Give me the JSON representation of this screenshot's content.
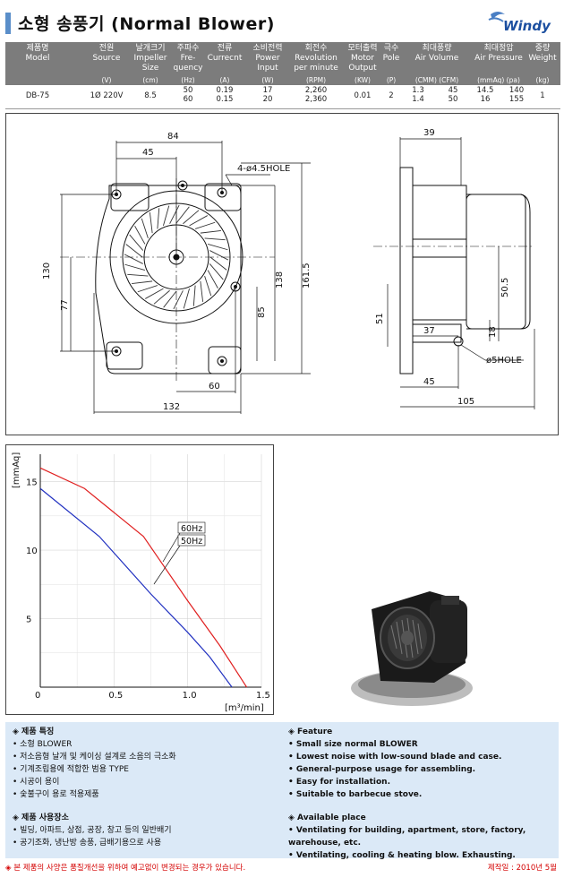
{
  "header": {
    "title": "소형 송풍기 (Normal Blower)",
    "logo_text": "Windy"
  },
  "specs": {
    "columns": [
      {
        "kr": "제품명",
        "en": "Model",
        "unit": ""
      },
      {
        "kr": "전원",
        "en": "Source",
        "unit": "(V)"
      },
      {
        "kr": "날개크기",
        "en": "Impeller Size",
        "unit": "(cm)"
      },
      {
        "kr": "주파수",
        "en": "Fre-quency",
        "unit": "(Hz)"
      },
      {
        "kr": "전류",
        "en": "Currecnt",
        "unit": "(A)"
      },
      {
        "kr": "소비전력",
        "en": "Power Input",
        "unit": "(W)"
      },
      {
        "kr": "회전수",
        "en": "Revolution per minute",
        "unit": "(RPM)"
      },
      {
        "kr": "모터출력",
        "en": "Motor Output",
        "unit": "(KW)"
      },
      {
        "kr": "극수",
        "en": "Pole",
        "unit": "(P)"
      },
      {
        "kr": "최대풍량",
        "en": "Air Volume",
        "unit": "(CMM)  (CFM)"
      },
      {
        "kr": "최대정압",
        "en": "Air Pressure",
        "unit": "(mmAq)    (pa)"
      },
      {
        "kr": "중량",
        "en": "Weight",
        "unit": "(kg)"
      }
    ],
    "row": {
      "model": "DB-75",
      "source": "1Ø 220V",
      "impeller": "8.5",
      "freq": [
        "50",
        "60"
      ],
      "current": [
        "0.19",
        "0.15"
      ],
      "power": [
        "17",
        "20"
      ],
      "rpm": [
        "2,260",
        "2,360"
      ],
      "motor": "0.01",
      "pole": "2",
      "cmm": [
        "1.3",
        "1.4"
      ],
      "cfm": [
        "45",
        "50"
      ],
      "mmaq": [
        "14.5",
        "16"
      ],
      "pa": [
        "140",
        "155"
      ],
      "weight": "1"
    }
  },
  "drawing": {
    "dims": {
      "d84": "84",
      "d45": "45",
      "hole4": "4-ø4.5HOLE",
      "d130": "130",
      "d77": "77",
      "d138": "138",
      "d161": "161.5",
      "d85": "85",
      "d60": "60",
      "d132": "132",
      "d39": "39",
      "d505": "50.5",
      "d51": "51",
      "d37": "37",
      "d18": "18",
      "hole5": "ø5HOLE",
      "d45b": "45",
      "d105": "105"
    }
  },
  "chart_data": {
    "type": "line",
    "ylabel": "[mmAq]",
    "xlabel": "[m³/min]",
    "xlim": [
      0,
      1.5
    ],
    "ylim": [
      0,
      17
    ],
    "xticks": [
      "0",
      "0.5",
      "1.0",
      "1.5"
    ],
    "yticks": [
      "5",
      "10",
      "15"
    ],
    "series": [
      {
        "name": "60Hz",
        "color": "#e02020",
        "x": [
          0,
          0.3,
          0.7,
          1.0,
          1.22,
          1.4
        ],
        "y": [
          16,
          14.5,
          11,
          6.3,
          3,
          0
        ]
      },
      {
        "name": "50Hz",
        "color": "#2030c0",
        "x": [
          0,
          0.4,
          0.75,
          1.0,
          1.15,
          1.3
        ],
        "y": [
          14.5,
          11,
          6.8,
          4,
          2.2,
          0
        ]
      }
    ]
  },
  "features": {
    "kr_head": "◈ 제품 특징",
    "kr_items": [
      "• 소형 BLOWER",
      "• 저소음형 날개 및 케이싱 설계로 소음의 극소화",
      "• 기계조립용에 적합한 범용 TYPE",
      "• 시공이 용이",
      "• 숯불구이 용로 적용제품"
    ],
    "kr_head2": "◈ 제품 사용장소",
    "kr_items2": [
      "• 빌딩, 아파트, 상점, 공장, 창고 등의 일반배기",
      "• 공기조화, 냉난방 송풍, 급배기용으로 사용"
    ],
    "en_head": "◈ Feature",
    "en_items": [
      "• Small size normal BLOWER",
      "• Lowest noise with low-sound blade and case.",
      "• General-purpose usage for assembling.",
      "• Easy for installation.",
      "• Suitable to barbecue stove."
    ],
    "en_head2": "◈ Available place",
    "en_items2": [
      "• Ventilating for building, apartment, store, factory, warehouse, etc.",
      "• Ventilating, cooling & heating blow. Exhausting."
    ]
  },
  "footer": {
    "note": "◈ 본 제품의 사양은 품질개선을 위하여 예고없이 변경되는 경우가 있습니다.",
    "date": "제작일 : 2010년 5월"
  },
  "colors": {
    "header_bg": "#7c7c7c",
    "accent": "#5a8ec9",
    "feature_bg": "#dbe9f7",
    "footer_red": "#d40000"
  }
}
